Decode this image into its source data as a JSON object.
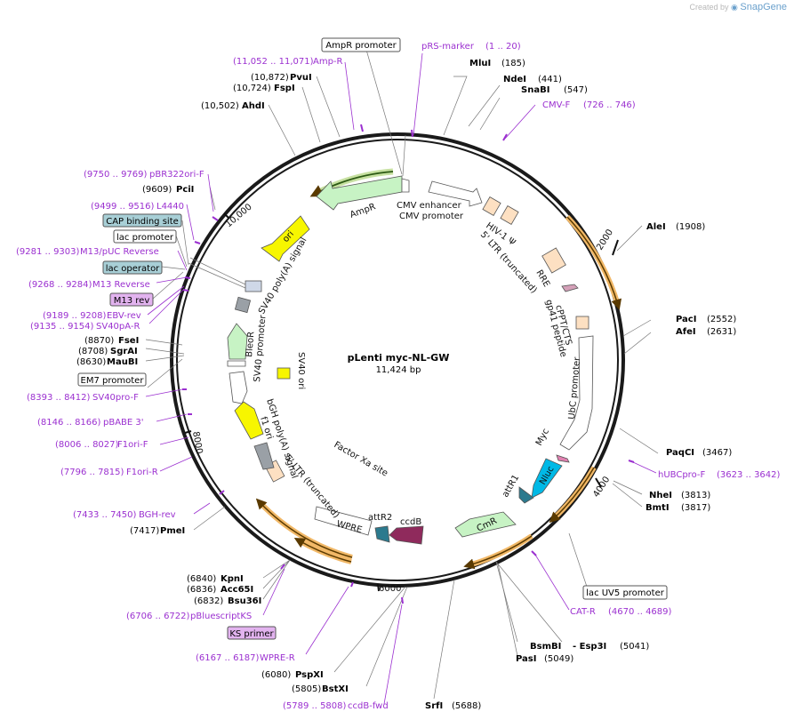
{
  "credit": {
    "prefix": "Created by",
    "brand": "SnapGene"
  },
  "plasmid": {
    "name": "pLenti myc-NL-GW",
    "size": "11,424 bp",
    "length": 11424
  },
  "colors": {
    "backbone": "#1a1a1a",
    "primer": "#9b30d0",
    "ori": "#f7f600",
    "resistance": "#c7f3c4",
    "ltr": "#fde0c2",
    "tag": "#00b9e6",
    "ccdb": "#8f2a5c",
    "att": "#2c7a8e",
    "feature_arc": "#f1b867",
    "promoter_fill": "#ffffff",
    "gray": "#9aa0a6"
  },
  "ticks": [
    "2000",
    "4000",
    "6000",
    "8000",
    "10,000"
  ],
  "sites": [
    {
      "name": "MluI",
      "pos": "(185)"
    },
    {
      "name": "NdeI",
      "pos": "(441)"
    },
    {
      "name": "SnaBI",
      "pos": "(547)"
    },
    {
      "name": "AleI",
      "pos": "(1908)"
    },
    {
      "name": "PacI",
      "pos": "(2552)"
    },
    {
      "name": "AfeI",
      "pos": "(2631)"
    },
    {
      "name": "PaqCI",
      "pos": "(3467)"
    },
    {
      "name": "NheI",
      "pos": "(3813)"
    },
    {
      "name": "BmtI",
      "pos": "(3817)"
    },
    {
      "name": "BsmBI",
      "pos": ""
    },
    {
      "name": "- Esp3I",
      "pos": "(5041)"
    },
    {
      "name": "PasI",
      "pos": "(5049)"
    },
    {
      "name": "SrfI",
      "pos": "(5688)"
    },
    {
      "name": "BstXI",
      "pos": "(5805)"
    },
    {
      "name": "PspXI",
      "pos": "(6080)"
    },
    {
      "name": "KpnI",
      "pos": "(6840)"
    },
    {
      "name": "Acc65I",
      "pos": "(6836)"
    },
    {
      "name": "Bsu36I",
      "pos": "(6832)"
    },
    {
      "name": "PmeI",
      "pos": "(7417)"
    },
    {
      "name": "MauBI",
      "pos": "(8630)"
    },
    {
      "name": "SgrAI",
      "pos": "(8708)"
    },
    {
      "name": "FseI",
      "pos": "(8870)"
    },
    {
      "name": "PciI",
      "pos": "(9609)"
    },
    {
      "name": "AhdI",
      "pos": "(10,502)"
    },
    {
      "name": "FspI",
      "pos": "(10,724)"
    },
    {
      "name": "PvuI",
      "pos": "(10,872)"
    }
  ],
  "primers": [
    {
      "name": "pRS-marker",
      "range": "(1 .. 20)"
    },
    {
      "name": "CMV-F",
      "range": "(726 .. 746)"
    },
    {
      "name": "hUBCpro-F",
      "range": "(3623 .. 3642)"
    },
    {
      "name": "CAT-R",
      "range": "(4670 .. 4689)"
    },
    {
      "name": "ccdB-fwd",
      "range": "(5789 .. 5808)"
    },
    {
      "name": "WPRE-R",
      "range": "(6167 .. 6187)"
    },
    {
      "name": "pBluescriptKS",
      "range": "(6706 .. 6722)"
    },
    {
      "name": "BGH-rev",
      "range": "(7433 .. 7450)"
    },
    {
      "name": "F1ori-R",
      "range": "(7796 .. 7815)"
    },
    {
      "name": "F1ori-F",
      "range": "(8006 .. 8027)"
    },
    {
      "name": "pBABE 3'",
      "range": "(8146 .. 8166)"
    },
    {
      "name": "SV40pro-F",
      "range": "(8393 .. 8412)"
    },
    {
      "name": "SV40pA-R",
      "range": "(9135 .. 9154)"
    },
    {
      "name": "EBV-rev",
      "range": "(9189 .. 9208)"
    },
    {
      "name": "M13 Reverse",
      "range": "(9268 .. 9284)"
    },
    {
      "name": "M13/pUC Reverse",
      "range": "(9281 .. 9303)"
    },
    {
      "name": "L4440",
      "range": "(9499 .. 9516)"
    },
    {
      "name": "pBR322ori-F",
      "range": "(9750 .. 9769)"
    },
    {
      "name": "Amp-R",
      "range": "(11,052 .. 11,071)"
    }
  ],
  "boxes": [
    {
      "name": "AmpR promoter"
    },
    {
      "name": "lac UV5 promoter"
    },
    {
      "name": "KS primer"
    },
    {
      "name": "EM7 promoter"
    },
    {
      "name": "M13 rev"
    },
    {
      "name": "lac operator"
    },
    {
      "name": "lac promoter"
    },
    {
      "name": "CAP binding site"
    }
  ],
  "features": [
    {
      "name": "AmpR"
    },
    {
      "name": "ori"
    },
    {
      "name": "CMV enhancer"
    },
    {
      "name": "CMV promoter"
    },
    {
      "name": "HIV-1 Ψ"
    },
    {
      "name": "5' LTR (truncated)"
    },
    {
      "name": "RRE"
    },
    {
      "name": "cPPT/CTS"
    },
    {
      "name": "gp41 peptide"
    },
    {
      "name": "UbC promoter"
    },
    {
      "name": "Myc"
    },
    {
      "name": "Nluc"
    },
    {
      "name": "attR1"
    },
    {
      "name": "CmR"
    },
    {
      "name": "ccdB"
    },
    {
      "name": "attR2"
    },
    {
      "name": "Factor Xa site"
    },
    {
      "name": "WPRE"
    },
    {
      "name": "5' LTR (truncated)"
    },
    {
      "name": "f1 ori"
    },
    {
      "name": "bGH poly(A) signal"
    },
    {
      "name": "SV40 ori"
    },
    {
      "name": "SV40 promoter"
    },
    {
      "name": "BleoR"
    },
    {
      "name": "SV40 poly(A) signal"
    }
  ]
}
